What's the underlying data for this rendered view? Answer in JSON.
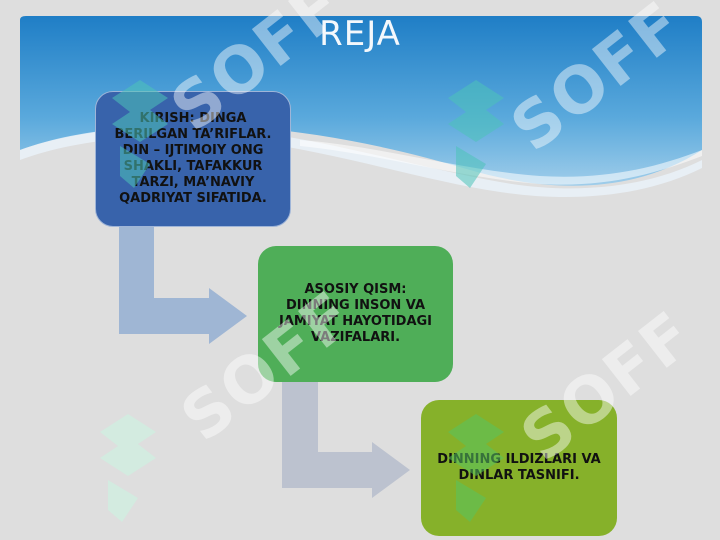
{
  "slide": {
    "title": "REJA"
  },
  "diagram": {
    "steps": [
      {
        "text": "KIRISH: DINGA BERILGAN TA’RIFLAR. DIN – IJTIMOIY ONG SHAKLI, TAFAKKUR TARZI, MA’NAVIY QADRIYAT SIFATIDA.",
        "color": "#3863ab"
      },
      {
        "text": "ASOSIY QISM: DINNING INSON VA JAMIYAT HAYOTIDAGI VAZIFALARI.",
        "color": "#4fae58"
      },
      {
        "text": "DINNING ILDIZLARI VA DINLAR TASNIFI.",
        "color": "#86b12a"
      }
    ],
    "arrow_colors": [
      "#9fb6d4",
      "#bcc2cf"
    ]
  },
  "watermark": {
    "text": "SOFF"
  }
}
